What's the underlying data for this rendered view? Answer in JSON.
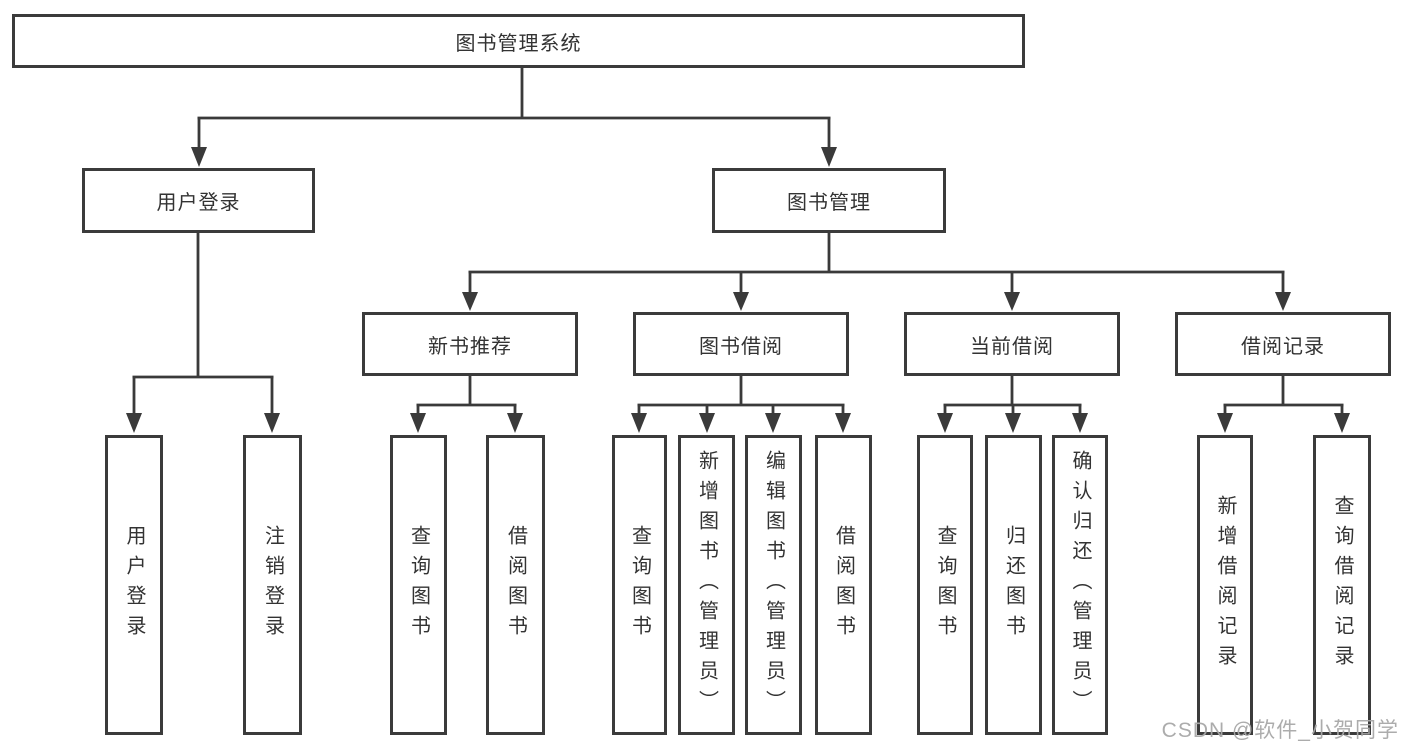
{
  "title": "图书管理系统",
  "watermark": "CSDN @软件_小贺同学",
  "colors": {
    "line": "#3a3a3a",
    "box_border": "#3b3b3b",
    "text": "#333333",
    "watermark": "#a8a8a8",
    "background": "#ffffff"
  },
  "root": {
    "label": "图书管理系统"
  },
  "level1": [
    {
      "label": "用户登录"
    },
    {
      "label": "图书管理"
    }
  ],
  "level2": [
    {
      "label": "新书推荐",
      "parent": "图书管理"
    },
    {
      "label": "图书借阅",
      "parent": "图书管理"
    },
    {
      "label": "当前借阅",
      "parent": "图书管理"
    },
    {
      "label": "借阅记录",
      "parent": "图书管理"
    }
  ],
  "leaves": [
    {
      "label": "用户登录",
      "parent": "用户登录"
    },
    {
      "label": "注销登录",
      "parent": "用户登录"
    },
    {
      "label": "查询图书",
      "parent": "新书推荐"
    },
    {
      "label": "借阅图书",
      "parent": "新书推荐"
    },
    {
      "label": "查询图书",
      "parent": "图书借阅"
    },
    {
      "label": "新增图书（管理员）",
      "parent": "图书借阅"
    },
    {
      "label": "编辑图书（管理员）",
      "parent": "图书借阅"
    },
    {
      "label": "借阅图书",
      "parent": "图书借阅"
    },
    {
      "label": "查询图书",
      "parent": "当前借阅"
    },
    {
      "label": "归还图书",
      "parent": "当前借阅"
    },
    {
      "label": "确认归还（管理员）",
      "parent": "当前借阅"
    },
    {
      "label": "新增借阅记录",
      "parent": "借阅记录"
    },
    {
      "label": "查询借阅记录",
      "parent": "借阅记录"
    }
  ]
}
